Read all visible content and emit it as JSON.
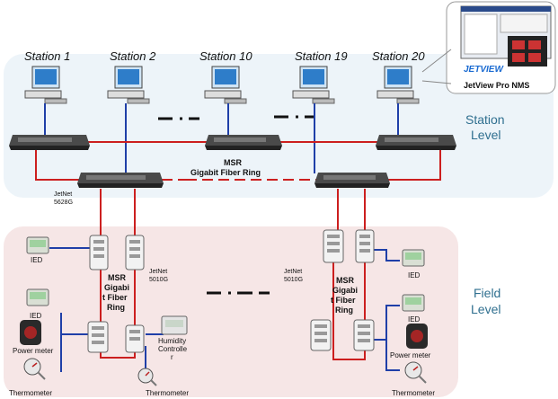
{
  "stations": [
    "Station 1",
    "Station 2",
    "Station 10",
    "Station 19",
    "Station 20"
  ],
  "nms": {
    "logo": "JETVIEW",
    "caption": "JetView Pro NMS"
  },
  "levels": {
    "station": [
      "Station",
      "Level"
    ],
    "field": [
      "Field",
      "Level"
    ]
  },
  "station_ring": [
    "MSR",
    "Gigabit Fiber Ring"
  ],
  "field_ring": [
    "MSR",
    "Gigabi",
    "t Fiber",
    "Ring"
  ],
  "switches": {
    "core_model": [
      "JetNet",
      "5628G"
    ],
    "edge_model": [
      "JetNet",
      "5010G"
    ]
  },
  "field_devices": {
    "ied": "IED",
    "power_meter": "Power meter",
    "thermometer": "Thermometer",
    "humidity": [
      "Humidity",
      "Controlle",
      "r"
    ]
  },
  "colors": {
    "station_bg": "#edf4f9",
    "field_bg": "#f6e6e6",
    "ring_red": "#cc1f1f",
    "link_blue": "#1f3fa8",
    "level_text": "#2f6f8f"
  }
}
